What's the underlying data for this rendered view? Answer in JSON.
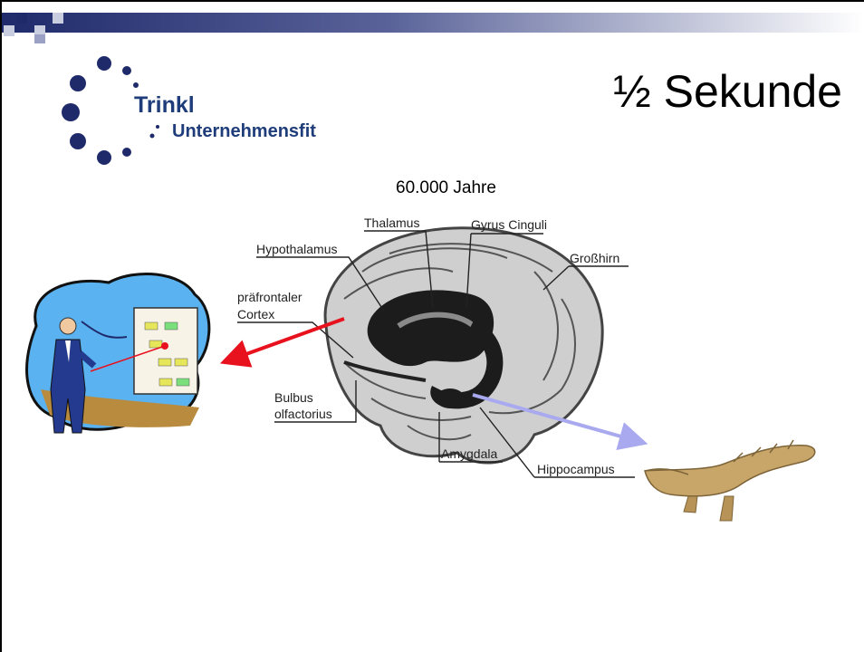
{
  "title": "½ Sekunde",
  "subtitle": "60.000 Jahre",
  "logo": {
    "name": "Trinkl",
    "tagline": "Unternehmensfit"
  },
  "brain_labels": {
    "thalamus": "Thalamus",
    "gyrus_cinguli": "Gyrus Cinguli",
    "hypothalamus": "Hypothalamus",
    "grosshirn": "Großhirn",
    "praefrontaler_1": "präfrontaler",
    "praefrontaler_2": "Cortex",
    "bulbus_1": "Bulbus",
    "bulbus_2": "olfactorius",
    "amygdala": "Amygdala",
    "hippocampus": "Hippocampus"
  },
  "colors": {
    "accent_navy": "#1f2a6b",
    "red_arrow": "#e8121e",
    "blue_arrow": "#a9a9f0"
  }
}
